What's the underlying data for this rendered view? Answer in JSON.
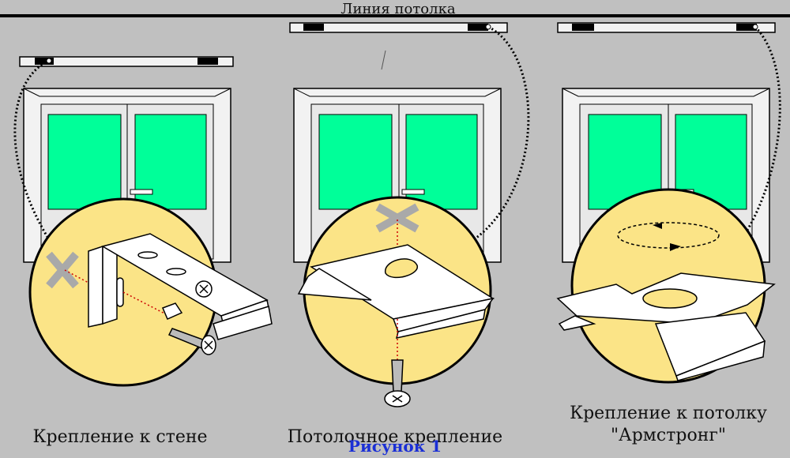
{
  "ceiling_label": "Линия потолка",
  "panels": [
    {
      "caption_line1": "Крепление к стене",
      "caption_line2": ""
    },
    {
      "caption_line1": "Потолочное крепление",
      "caption_line2": ""
    },
    {
      "caption_line1": "Крепление к потолку",
      "caption_line2": "\"Армстронг\""
    }
  ],
  "figure_label": "Рисунок 1",
  "colors": {
    "background": "#c0c0c0",
    "glass": "#00ff99",
    "zoom_fill": "#fbe487",
    "frame": "#f2f2f2",
    "outline": "#000000",
    "mark": "#a9a9a9",
    "figure_label": "#1a2fd6"
  }
}
